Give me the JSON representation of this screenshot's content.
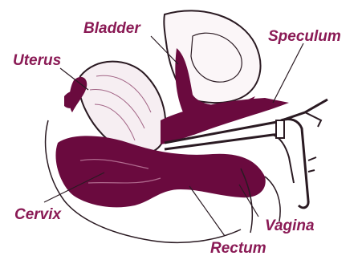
{
  "labels": {
    "bladder": "Bladder",
    "speculum": "Speculum",
    "uterus": "Uterus",
    "cervix": "Cervix",
    "vagina": "Vagina",
    "rectum": "Rectum"
  },
  "colors": {
    "label_text": "#8a1a55",
    "ink": "#6a0a3e",
    "line": "#2a1a22",
    "background": "#ffffff"
  }
}
